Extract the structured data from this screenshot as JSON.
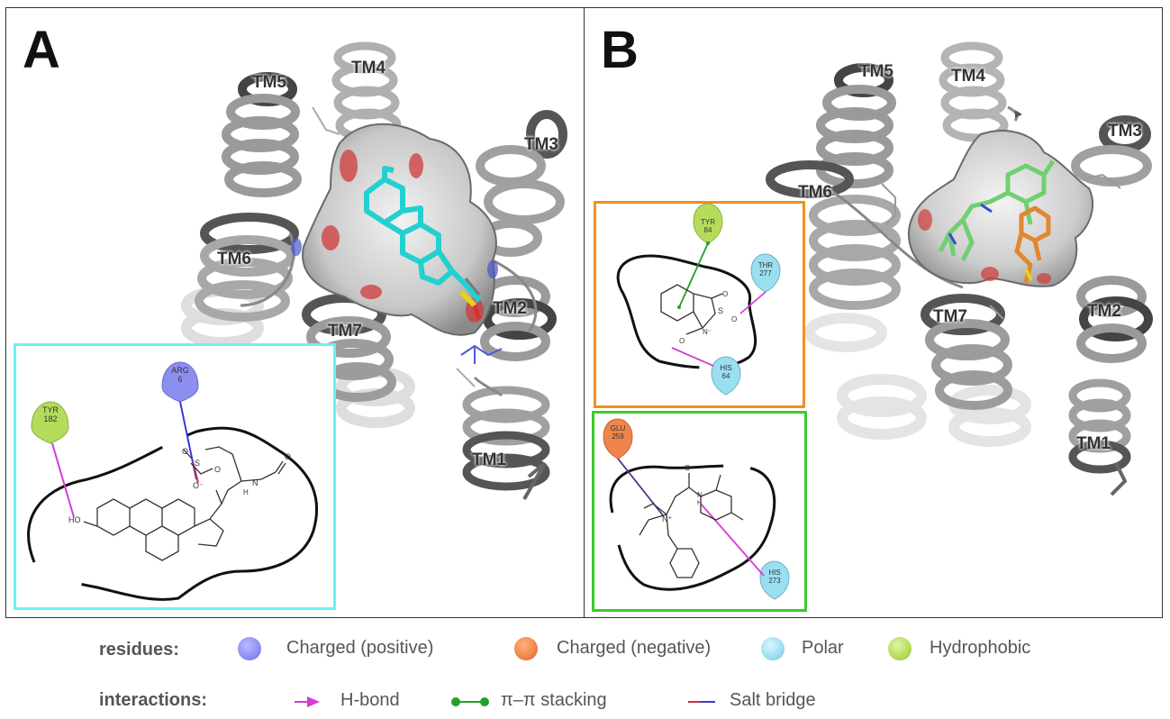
{
  "panel_a": {
    "letter": "A",
    "helix_labels": [
      "TM5",
      "TM4",
      "TM3",
      "TM6",
      "TM7",
      "TM2",
      "TM1"
    ],
    "residues": [
      {
        "name": "TYR",
        "num": "182",
        "type": "hydrophobic"
      },
      {
        "name": "ARG",
        "num": "6",
        "type": "positive"
      }
    ],
    "atom_labels": [
      "HO",
      "O⁻",
      "S",
      "O",
      "O",
      "H",
      "N",
      "O"
    ]
  },
  "panel_b": {
    "letter": "B",
    "helix_labels": [
      "TM5",
      "TM4",
      "TM3",
      "TM6",
      "TM7",
      "TM2",
      "TM1"
    ],
    "box_top_residues": [
      {
        "name": "TYR",
        "num": "84",
        "type": "hydrophobic"
      },
      {
        "name": "THR",
        "num": "277",
        "type": "polar"
      },
      {
        "name": "HIS",
        "num": "64",
        "type": "polar"
      }
    ],
    "box_bottom_residues": [
      {
        "name": "GLU",
        "num": "259",
        "type": "negative"
      },
      {
        "name": "HIS",
        "num": "273",
        "type": "polar"
      }
    ],
    "atom_labels_top": [
      "S",
      "O",
      "O",
      "N⁻",
      "O"
    ],
    "atom_labels_bottom": [
      "N⁺",
      "O",
      "N",
      "H"
    ]
  },
  "legend": {
    "residues_title": "residues:",
    "residue_items": [
      {
        "label": "Charged (positive)",
        "color": "#8c8ff0"
      },
      {
        "label": "Charged (negative)",
        "color": "#f0844a"
      },
      {
        "label": "Polar",
        "color": "#9adff0"
      },
      {
        "label": "Hydrophobic",
        "color": "#b4dc5a"
      }
    ],
    "interactions_title": "interactions:",
    "interaction_items": [
      {
        "label": "H-bond",
        "color": "#d63cd6"
      },
      {
        "label": "π–π stacking",
        "color": "#22a02a"
      },
      {
        "label": "Salt bridge",
        "color": "#8a2a6a"
      }
    ]
  },
  "colors": {
    "box_a": "#6ff0f0",
    "box_b_top": "#f09020",
    "box_b_bottom": "#3ccc2c",
    "ligand_a": "#22d0d0",
    "ligand_b_green": "#70d070",
    "ligand_b_orange": "#e08830"
  }
}
